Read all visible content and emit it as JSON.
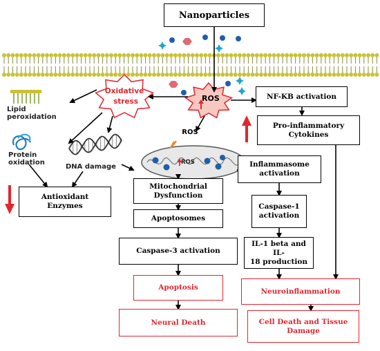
{
  "nodes": {
    "nanoparticles": "Nanoparticles",
    "nfkb": "NF-KB activation",
    "pro_inflammatory": "Pro-inflammatory\nCytokines",
    "inflammasome": "Inflammasome\nactivation",
    "caspase1": "Caspase-1\nactivation",
    "il1": "IL-1 beta and IL-\n18 production",
    "neuroinflammation": "Neuroinflammation",
    "cell_death": "Cell Death and Tissue\nDamage",
    "mito": "Mitochondrial\nDysfunction",
    "apoptosomes": "Apoptosomes",
    "caspase3": "Caspase-3 activation",
    "apoptosis": "Apoptosis",
    "neural_death": "Neural Death",
    "antioxidant": "Antioxidant\nEnzymes"
  },
  "labels": {
    "oxidative": "Oxidative",
    "stress": "stress",
    "ros_burst": "ROS",
    "ros_mid": "ROS",
    "ros_mito": "ROS",
    "lipid": "Lipid\nperoxidation",
    "protein": "Protein\noxidation",
    "dna": "DNA damage"
  },
  "colors": {
    "red": "#e0262e",
    "membrane_head": "#c9c233",
    "particle_blue": "#1f5fa8",
    "particle_cyan": "#1ea7c8",
    "particle_pink": "#e06a74",
    "burst_fill": "#f7c8c0",
    "mito_fill": "#e8e8e8"
  }
}
